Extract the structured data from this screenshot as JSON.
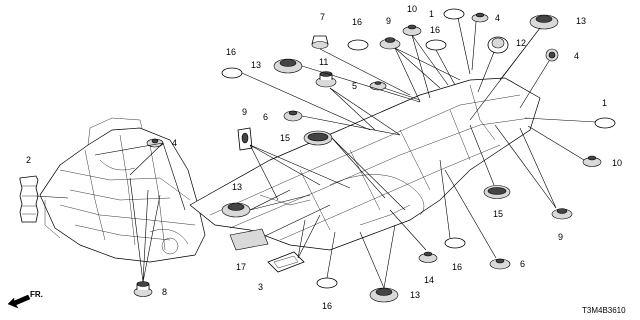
{
  "diagram_code": "T3M4B3610",
  "direction_label": "FR.",
  "callouts": {
    "c1a": "1",
    "c1b": "1",
    "c2": "2",
    "c3": "3",
    "c4a": "4",
    "c4b": "4",
    "c4c": "4",
    "c5": "5",
    "c6a": "6",
    "c6b": "6",
    "c7": "7",
    "c8": "8",
    "c9a": "9",
    "c9b": "9",
    "c9c": "9",
    "c10a": "10",
    "c10b": "10",
    "c11": "11",
    "c12": "12",
    "c13a": "13",
    "c13b": "13",
    "c13c": "13",
    "c13d": "13",
    "c14": "14",
    "c15a": "15",
    "c15b": "15",
    "c16a": "16",
    "c16b": "16",
    "c16c": "16",
    "c16d": "16",
    "c16e": "16",
    "c17": "17"
  }
}
